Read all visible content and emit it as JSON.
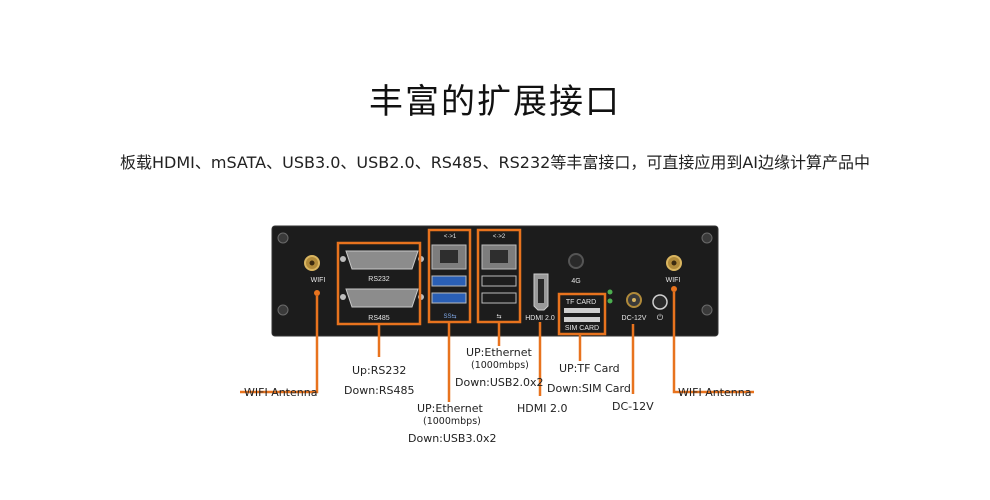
{
  "title": "丰富的扩展接口",
  "subtitle": "板载HDMI、mSATA、USB3.0、USB2.0、RS485、RS232等丰富接口，可直接应用到AI边缘计算产品中",
  "panel": {
    "wifi_left": "WIFI",
    "wifi_right": "WIFI",
    "rs232": "RS232",
    "rs485": "RS485",
    "eth1": "<·>1",
    "eth2": "<·>2",
    "usb3": "SS⇆",
    "usb2": "⇆",
    "hdmi": "HDMI 2.0",
    "lte": "4G",
    "tf": "TF CARD",
    "sim": "SIM CARD",
    "dc": "DC-12V",
    "power": "⏻"
  },
  "callouts": {
    "wifi_left": "WIFI Antenna",
    "serial_up": "Up:RS232",
    "serial_down": "Down:RS485",
    "usb3_up": "UP:Ethernet",
    "usb3_speed": "(1000mbps)",
    "usb3_down": "Down:USB3.0x2",
    "usb2_up": "UP:Ethernet",
    "usb2_speed": "(1000mbps)",
    "usb2_down": "Down:USB2.0x2",
    "hdmi": "HDMI 2.0",
    "card_up": "UP:TF Card",
    "card_down": "Down:SIM Card",
    "dc": "DC-12V",
    "wifi_right": "WIFI Antenna"
  },
  "colors": {
    "accent": "#e8731e",
    "chassis": "#1c1c1c",
    "port": "#9a9a9a",
    "usb3_blue": "#2a5fb5"
  }
}
